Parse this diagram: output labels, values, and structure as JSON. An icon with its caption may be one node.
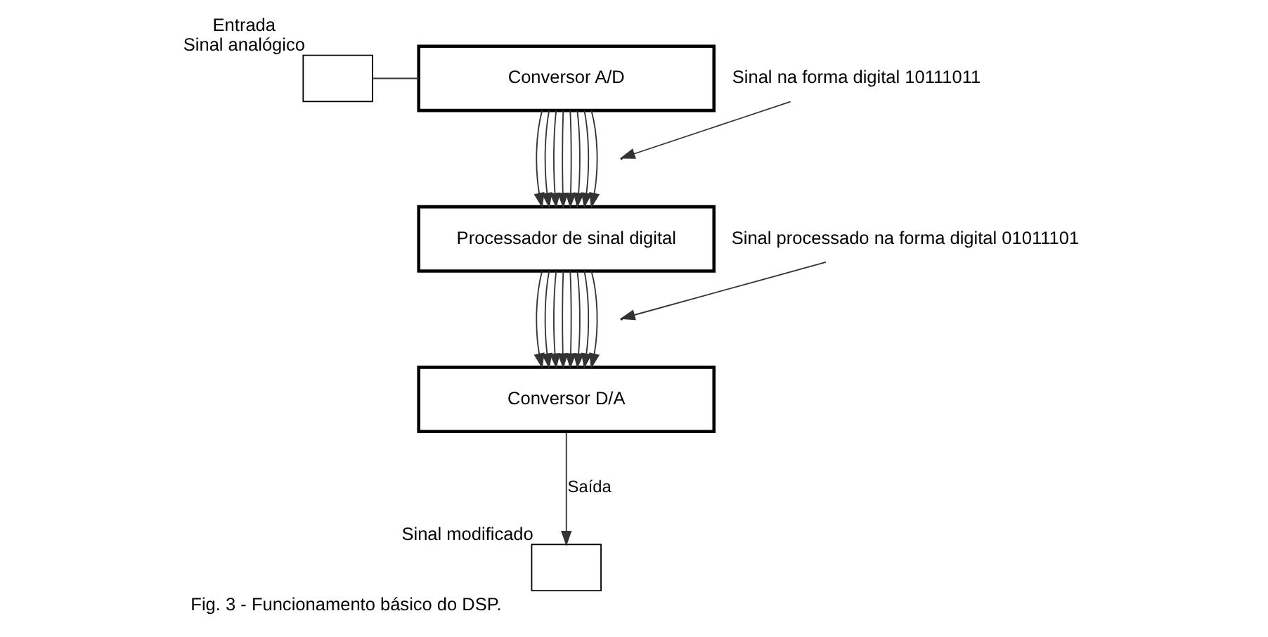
{
  "diagram": {
    "caption": "Fig. 3 - Funcionamento básico do DSP.",
    "nodes": [
      {
        "text": [],
        "shape": "box",
        "beside": [
          "Entrada",
          "Sinal analógico"
        ]
      },
      {
        "text": [
          "Conversor A/D"
        ]
      },
      {
        "text": [
          "Processador de sinal digital"
        ]
      },
      {
        "text": [
          "Conversor D/A"
        ]
      },
      {
        "text": [],
        "shape": "box",
        "beside": [
          "Sinal modificado"
        ]
      },
      {
        "text": [
          "Sinal na forma digital 10111011"
        ]
      },
      {
        "text": [
          "Sinal processado na forma digital 01011101"
        ]
      }
    ],
    "edges": [
      {
        "from": 0,
        "to": 1,
        "arrow": "none"
      },
      {
        "from": 1,
        "to": 2,
        "arrow": "to"
      },
      {
        "from": 1,
        "to": 2,
        "arrow": "to"
      },
      {
        "from": 1,
        "to": 2,
        "arrow": "to"
      },
      {
        "from": 1,
        "to": 2,
        "arrow": "to"
      },
      {
        "from": 1,
        "to": 2,
        "arrow": "to"
      },
      {
        "from": 1,
        "to": 2,
        "arrow": "to"
      },
      {
        "from": 1,
        "to": 2,
        "arrow": "to"
      },
      {
        "from": 1,
        "to": 2,
        "arrow": "to"
      },
      {
        "from": 2,
        "to": 3,
        "arrow": "to"
      },
      {
        "from": 2,
        "to": 3,
        "arrow": "to"
      },
      {
        "from": 2,
        "to": 3,
        "arrow": "to"
      },
      {
        "from": 2,
        "to": 3,
        "arrow": "to"
      },
      {
        "from": 2,
        "to": 3,
        "arrow": "to"
      },
      {
        "from": 2,
        "to": 3,
        "arrow": "to"
      },
      {
        "from": 2,
        "to": 3,
        "arrow": "to"
      },
      {
        "from": 2,
        "to": 3,
        "arrow": "to"
      },
      {
        "from": 3,
        "to": 4,
        "arrow": "to",
        "label": "Saída"
      },
      {
        "from": 5,
        "to": null,
        "arrow": "to"
      },
      {
        "from": 6,
        "to": null,
        "arrow": "to"
      }
    ]
  }
}
